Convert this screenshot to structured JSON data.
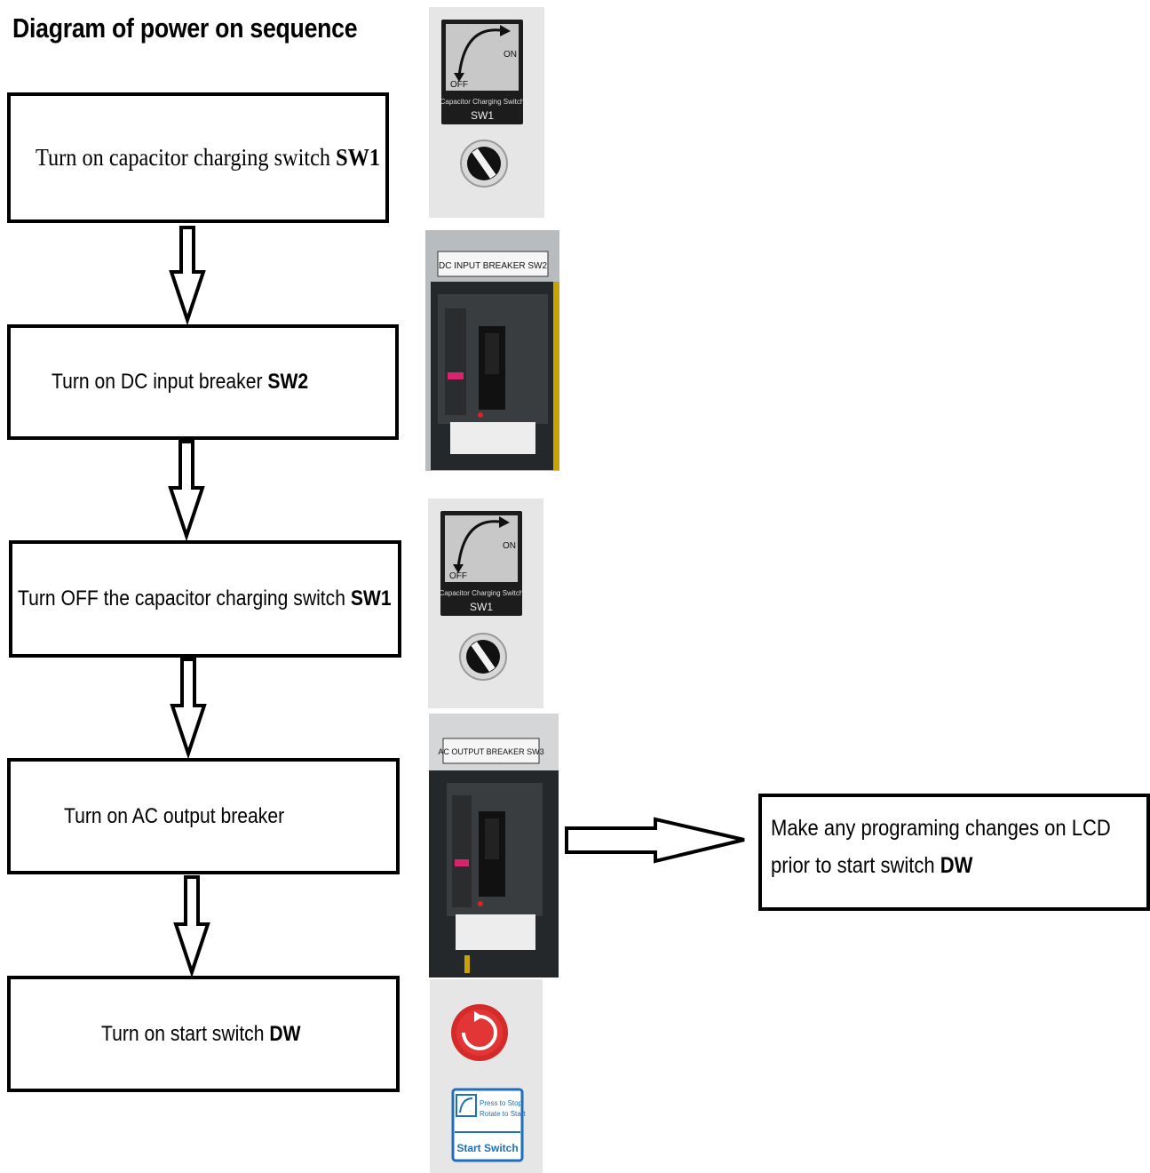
{
  "diagram": {
    "title": "Diagram of power on sequence",
    "steps": [
      {
        "text": "Turn on capacitor charging switch ",
        "bold": "SW1"
      },
      {
        "text": "Turn on DC input breaker ",
        "bold": "SW2"
      },
      {
        "text": "Turn OFF the capacitor charging switch ",
        "bold": "SW1"
      },
      {
        "text": "Turn on AC output breaker",
        "bold": ""
      },
      {
        "text": "Turn on start switch ",
        "bold": "DW"
      }
    ],
    "note": {
      "line1": "Make any programing changes on LCD",
      "line2_text": "prior to start switch ",
      "line2_bold": "DW"
    }
  },
  "photos": {
    "switch1": {
      "on": "ON",
      "off": "OFF",
      "caption": "Capacitor Charging Switch",
      "tag": "SW1"
    },
    "breaker_dc": {
      "label": "DC INPUT BREAKER SW2"
    },
    "switch2": {
      "on": "ON",
      "off": "OFF",
      "caption": "Capacitor Charging Switch",
      "tag": "SW1"
    },
    "breaker_ac": {
      "label": "AC OUTPUT BREAKER SW3"
    },
    "start": {
      "line1": "Press to Stop",
      "line2": "Rotate to Start",
      "label": "Start Switch"
    }
  },
  "colors": {
    "line": "#000000",
    "photo_wall": "#e6e6e6",
    "sign_grey": "#c8c8c8",
    "breaker_dark": "#3a3d40",
    "estop_red": "#d42a2a",
    "sign_blue": "#1f6fb8",
    "accent_pink": "#d6246e"
  }
}
